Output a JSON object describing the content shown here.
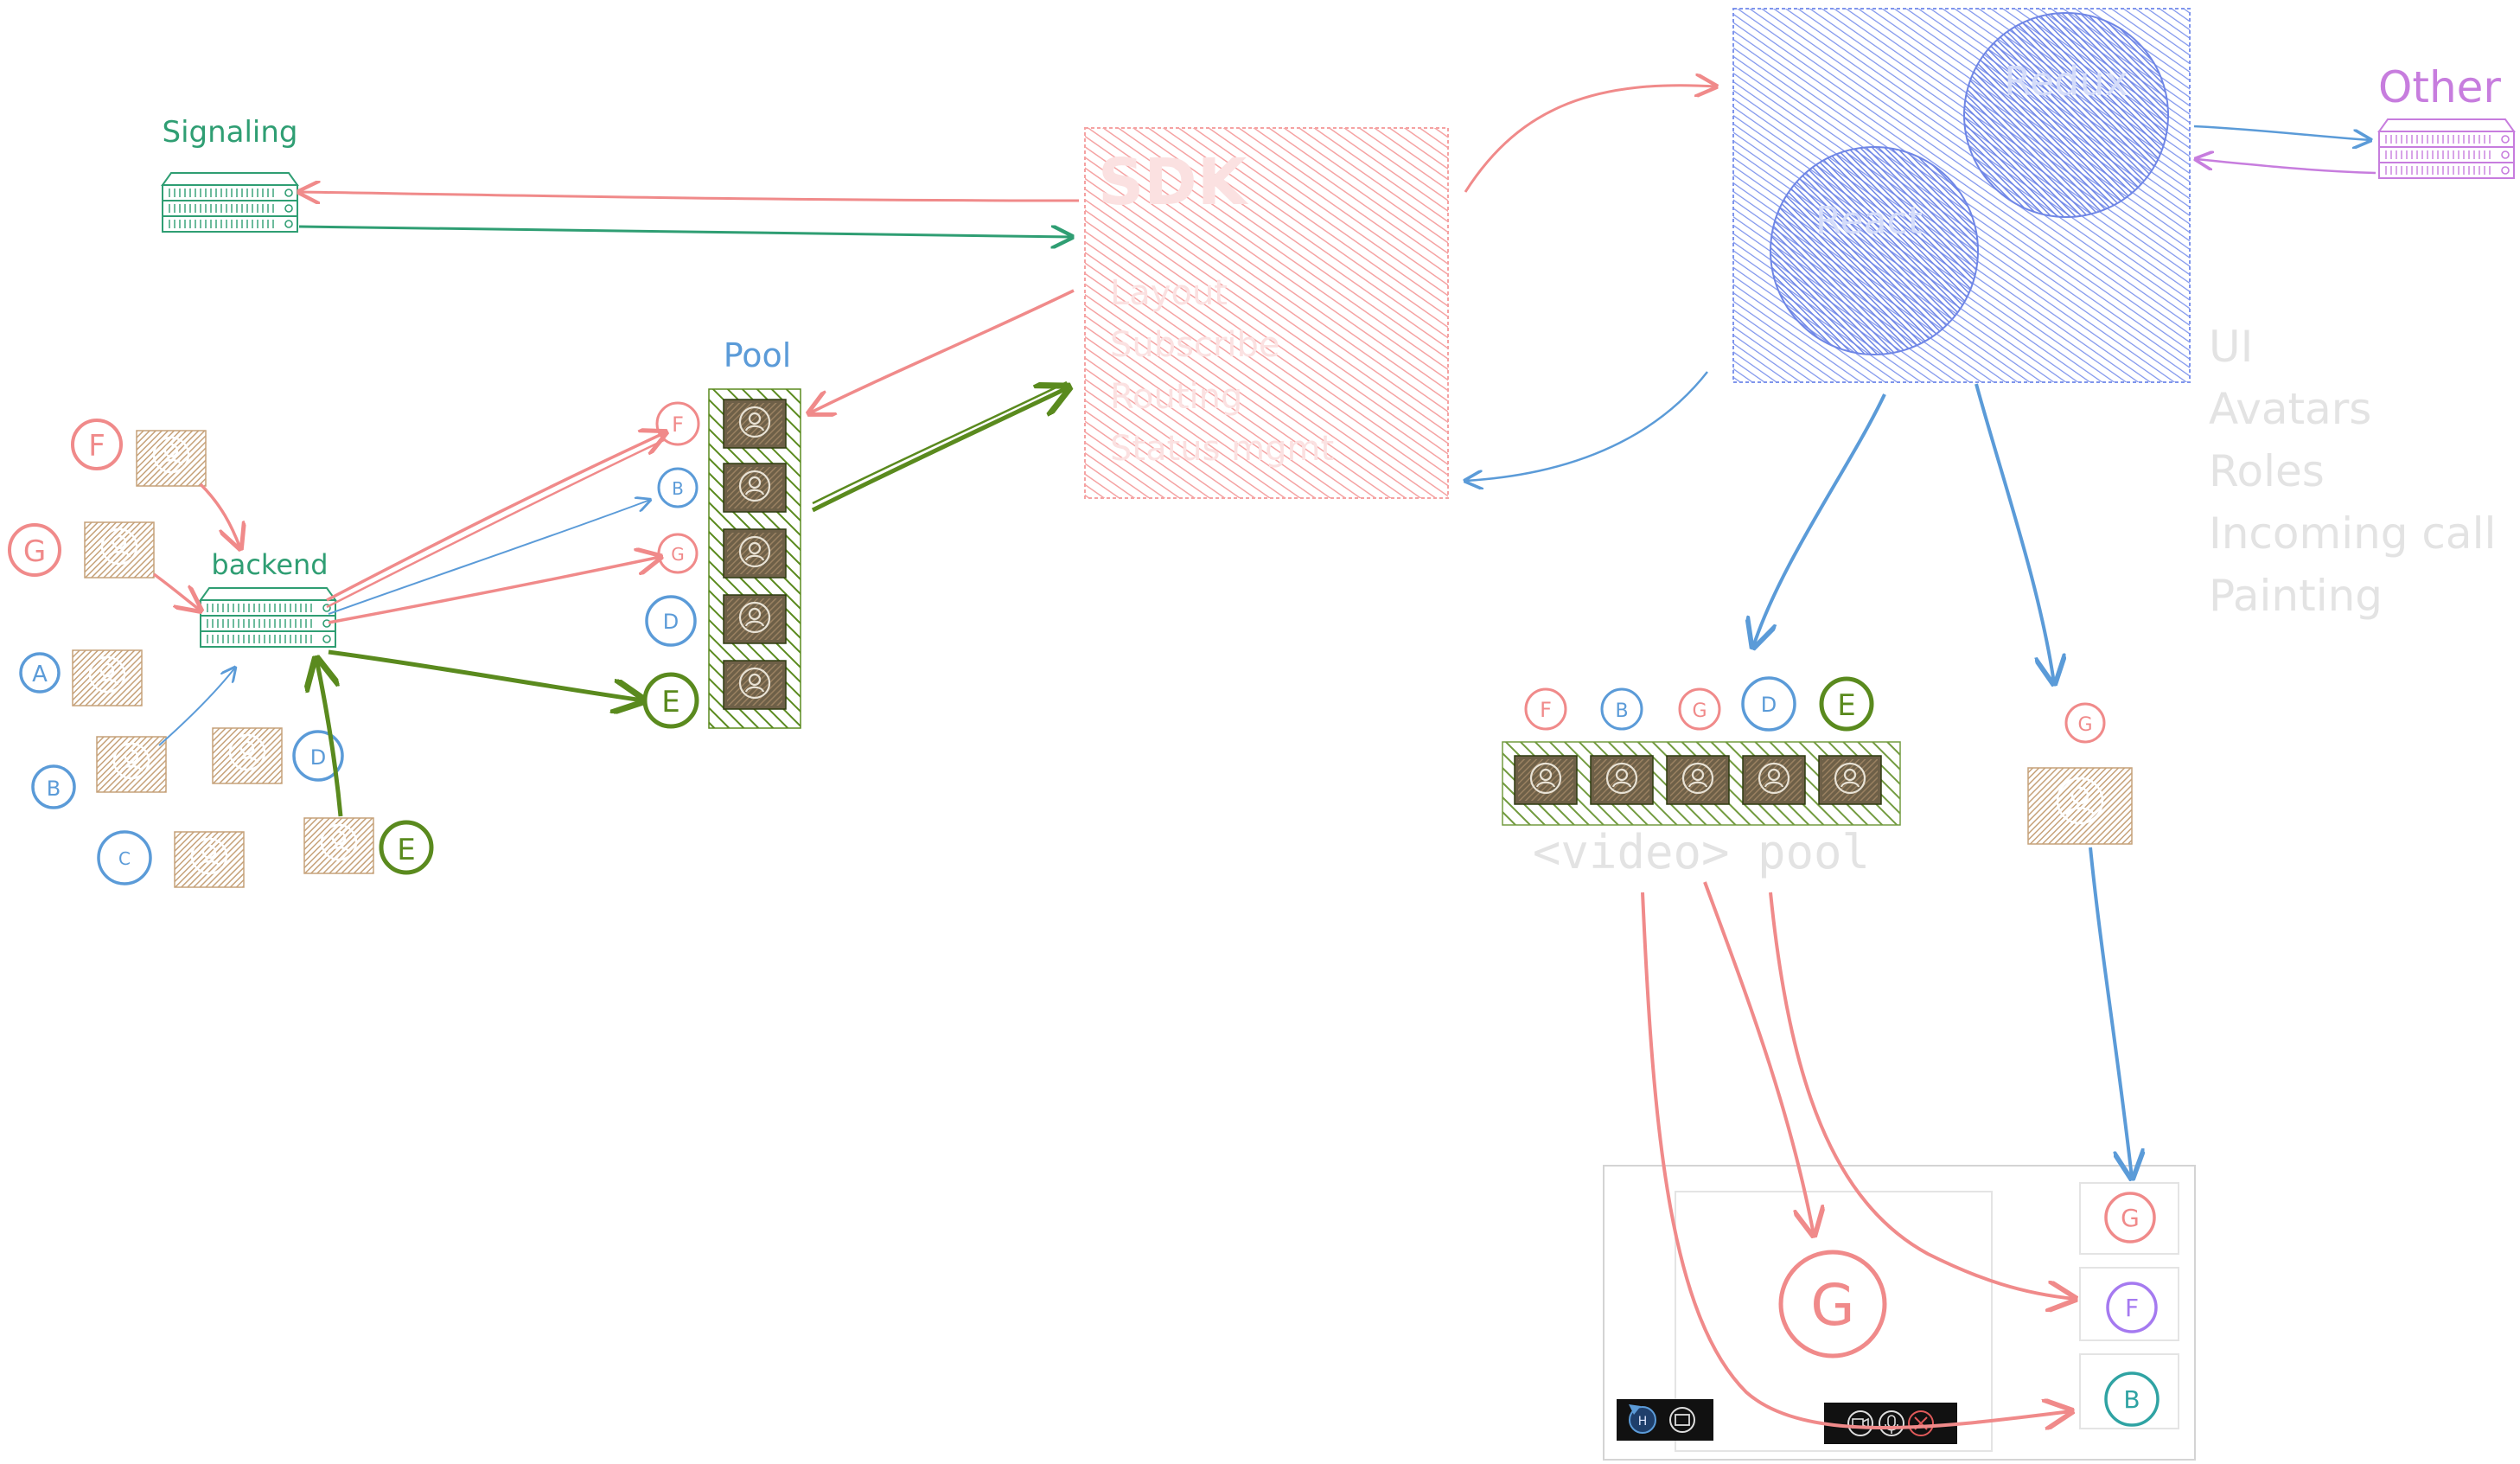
{
  "colors": {
    "red": "#f08a8a",
    "blue": "#5b9bd8",
    "green": "#2f9e73",
    "darkgreen": "#5a8a1e",
    "tan": "#c6a27a",
    "purple": "#c77dde",
    "faint": "#e3e3e3",
    "sdk_fill": "#f5a3a3",
    "store_fill": "#7f95ec"
  },
  "signaling": {
    "label": "Signaling"
  },
  "backend": {
    "label": "backend"
  },
  "pool": {
    "label": "Pool"
  },
  "other": {
    "label": "Other"
  },
  "sdk": {
    "title": "SDK",
    "lines": [
      "Layout",
      "Subscribe",
      "Routing",
      "Status mgmt"
    ]
  },
  "store": {
    "redux": "Redux",
    "react": "React"
  },
  "concerns": [
    "UI",
    "Avatars",
    "Roles",
    "Incoming call",
    "Painting"
  ],
  "video_pool": {
    "label": "<video> pool"
  },
  "participants": {
    "F": "F",
    "G": "G",
    "A": "A",
    "B": "B",
    "C": "C",
    "D": "D",
    "E": "E",
    "H": "H"
  }
}
